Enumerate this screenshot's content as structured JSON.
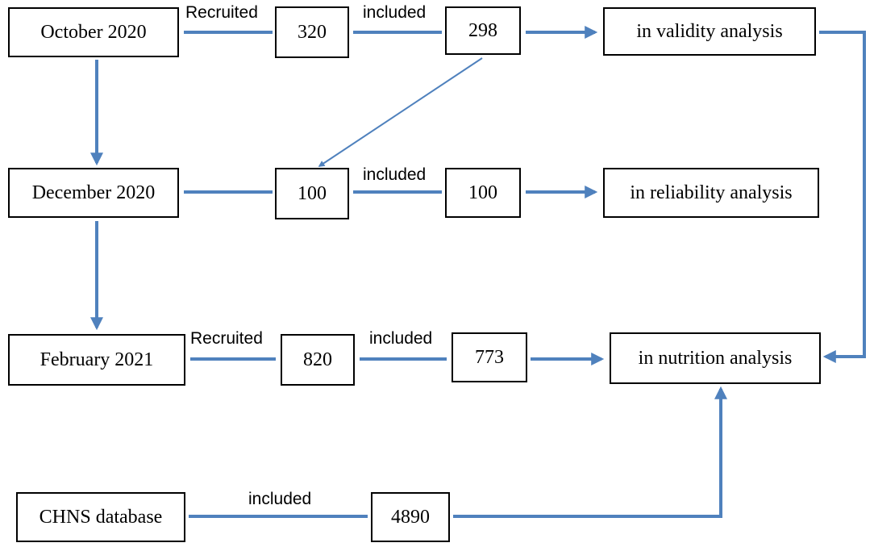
{
  "colors": {
    "connector": "#4f81bd",
    "box_border": "#000000",
    "background": "#ffffff"
  },
  "boxes": {
    "oct2020": "October 2020",
    "n320": "320",
    "n298": "298",
    "validity": "in validity analysis",
    "dec2020": "December 2020",
    "n100a": "100",
    "n100b": "100",
    "reliability": "in reliability analysis",
    "feb2021": "February 2021",
    "n820": "820",
    "n773": "773",
    "nutrition": "in nutrition analysis",
    "chns": "CHNS database",
    "n4890": "4890"
  },
  "labels": {
    "recruited_oct": "Recruited",
    "included_oct": "included",
    "included_dec": "included",
    "recruited_feb": "Recruited",
    "included_feb": "included",
    "included_chns": "included"
  }
}
